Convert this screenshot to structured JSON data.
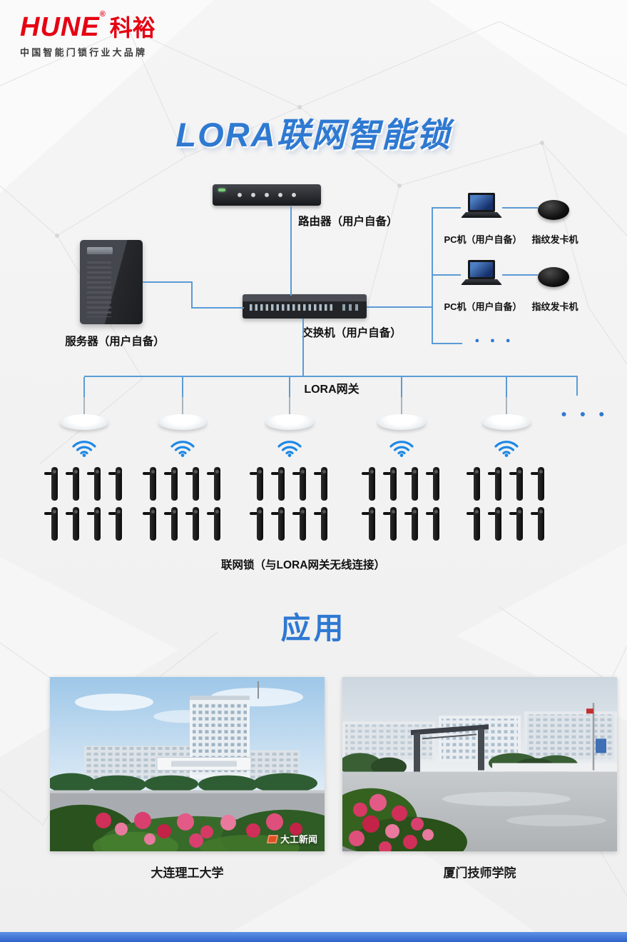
{
  "brand": {
    "name": "HUNE",
    "registered_mark": "®",
    "name_cn": "科裕",
    "tagline": "中国智能门锁行业大品牌"
  },
  "title": "LORA联网智能锁",
  "diagram": {
    "router_label": "路由器（用户自备）",
    "server_label": "服务器（用户自备）",
    "switch_label": "交换机（用户自备）",
    "pc_branches": [
      {
        "pc_label": "PC机（用户自备）",
        "issuer_label": "指纹发卡机"
      },
      {
        "pc_label": "PC机（用户自备）",
        "issuer_label": "指纹发卡机"
      }
    ],
    "branch_ellipsis": "● ● ●",
    "gateway_label": "LORA网关",
    "gateway_count": 5,
    "gateway_ellipsis": "● ● ●",
    "locks_label": "联网锁（与LORA网关无线连接）",
    "locks_per_column": {
      "rows": 2,
      "per_row": 4
    }
  },
  "application": {
    "heading": "应用",
    "photos": [
      {
        "caption": "大连理工大学",
        "watermark": "大工新闻"
      },
      {
        "caption": "厦门技师学院"
      }
    ]
  },
  "colors": {
    "accent_blue": "#2e79d2",
    "brand_red": "#e60012",
    "line_blue": "#5b9bd5",
    "footer_blue": "#2f62c9"
  }
}
